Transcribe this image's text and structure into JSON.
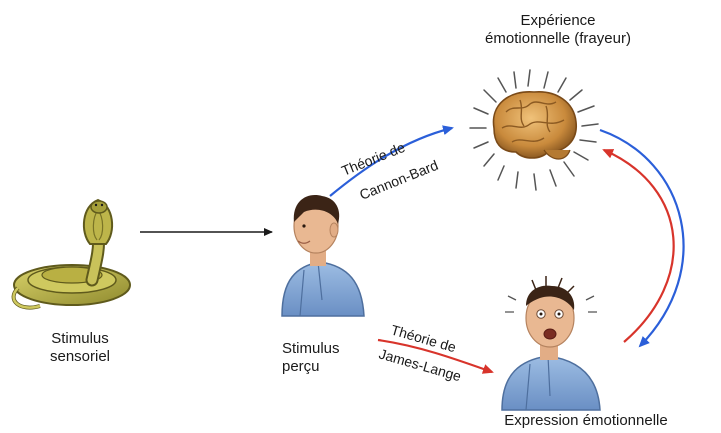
{
  "labels": {
    "emotional_experience_line1": "Expérience",
    "emotional_experience_line2": "émotionnelle (frayeur)",
    "sensory_stimulus_line1": "Stimulus",
    "sensory_stimulus_line2": "sensoriel",
    "perceived_stimulus_line1": "Stimulus",
    "perceived_stimulus_line2": "perçu",
    "emotional_expression": "Expression émotionnelle",
    "cannon_bard_line1": "Théorie de",
    "cannon_bard_line2": "Cannon-Bard",
    "james_lange_line1": "Théorie de",
    "james_lange_line2": "James-Lange"
  },
  "colors": {
    "cannon_bard_arrow": "#2b5fd9",
    "james_lange_arrow": "#d8342b",
    "stimulus_arrow": "#1a1a1a",
    "snake": "#b9b043",
    "brain": "#c98a3c",
    "shirt": "#7fa3d1",
    "skin": "#e9b892",
    "hair": "#3b2416"
  },
  "icons": [
    "snake-illustration",
    "brain-illustration",
    "calm-man-illustration",
    "frightened-man-illustration"
  ]
}
